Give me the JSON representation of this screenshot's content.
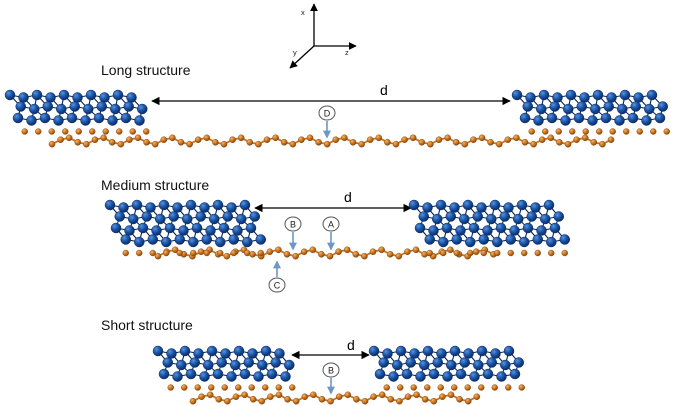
{
  "axes": {
    "x": "x",
    "y": "y",
    "z": "z"
  },
  "colors": {
    "sphere_dark": "#0d2f6a",
    "sphere_mid": "#1a55a8",
    "sphere_light": "#4d86d4",
    "chain_dark": "#8a4a10",
    "chain_mid": "#c9731f",
    "chain_light": "#efab5e",
    "arrow": "#6f96c4",
    "bond": "#0a2550"
  },
  "structures": [
    {
      "title": "Long structure",
      "distance_label": "d",
      "markers": [
        "D"
      ]
    },
    {
      "title": "Medium structure",
      "distance_label": "d",
      "markers": [
        "B",
        "A",
        "C"
      ]
    },
    {
      "title": "Short structure",
      "distance_label": "d",
      "markers": [
        "B"
      ]
    }
  ]
}
